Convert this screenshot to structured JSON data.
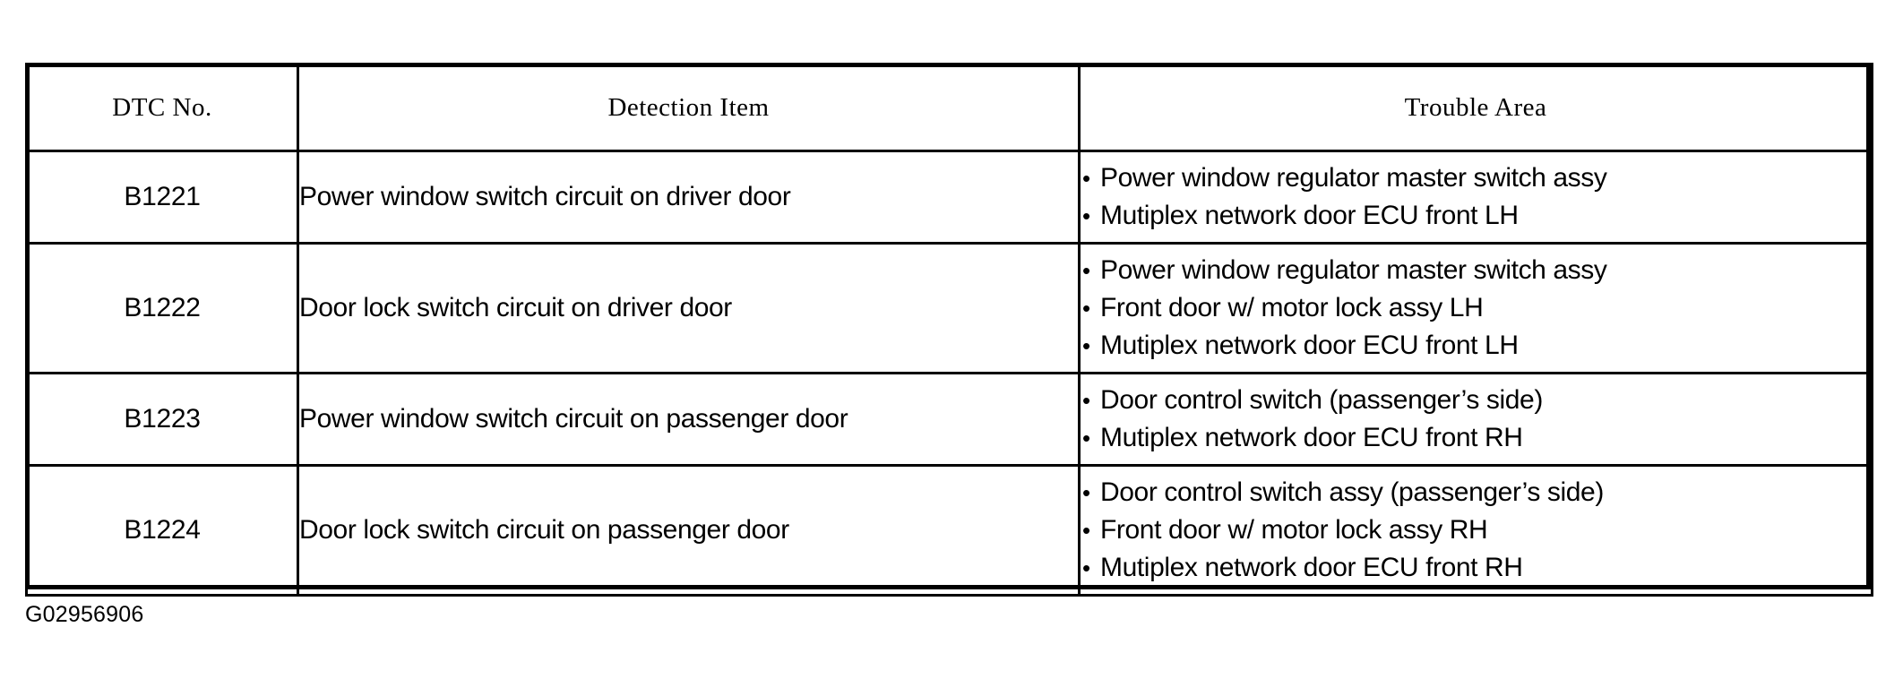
{
  "table": {
    "headers": [
      "DTC No.",
      "Detection Item",
      "Trouble Area"
    ],
    "rows": [
      {
        "dtc": "B1221",
        "detection": "Power window switch circuit on driver door",
        "trouble": [
          "Power window regulator master switch assy",
          "Mutiplex network door ECU front LH"
        ]
      },
      {
        "dtc": "B1222",
        "detection": "Door lock switch circuit on driver door",
        "trouble": [
          "Power window regulator master switch assy",
          "Front door w/ motor lock assy LH",
          "Mutiplex network door ECU front LH"
        ]
      },
      {
        "dtc": "B1223",
        "detection": "Power window switch circuit on passenger door",
        "trouble": [
          "Door control switch (passenger’s side)",
          "Mutiplex network door ECU front RH"
        ]
      },
      {
        "dtc": "B1224",
        "detection": "Door lock switch circuit on passenger door",
        "trouble": [
          "Door control switch assy (passenger’s side)",
          "Front door w/ motor lock assy RH",
          "Mutiplex network door ECU front RH"
        ]
      }
    ]
  },
  "figure_id": "G02956906",
  "bullet_glyph": "•",
  "colors": {
    "ink": "#000000",
    "paper": "#ffffff"
  }
}
